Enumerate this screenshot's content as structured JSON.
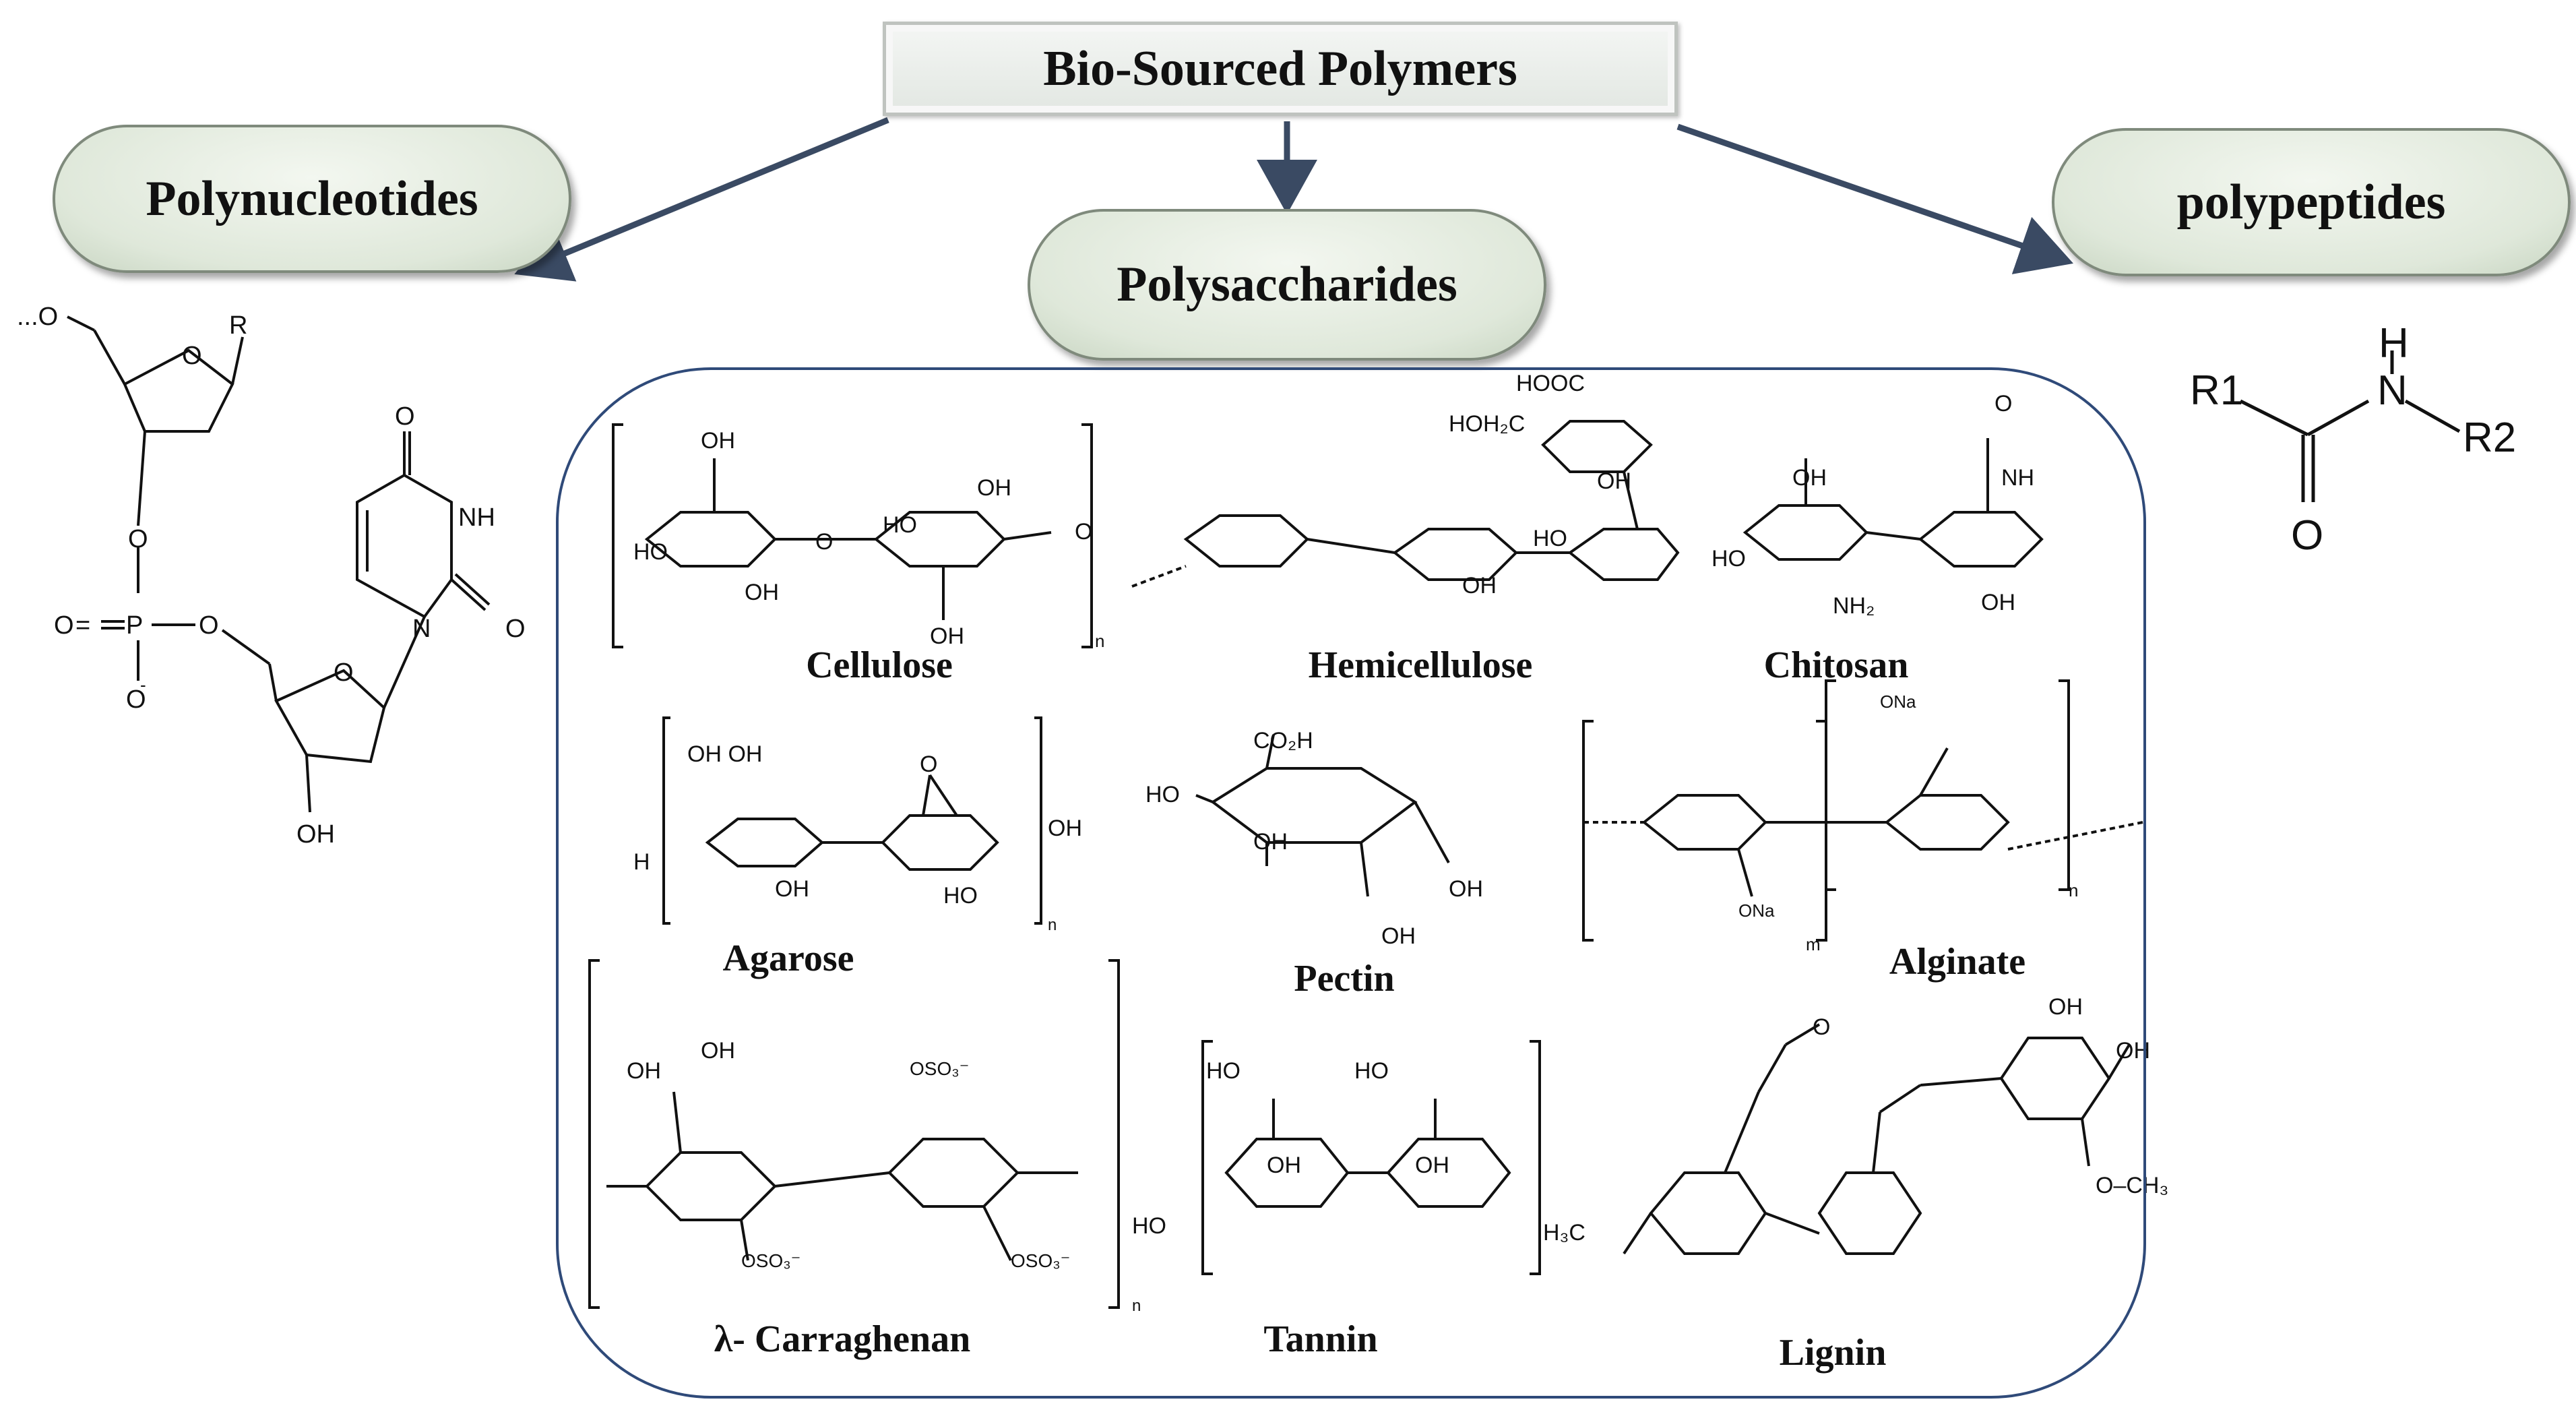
{
  "title": "Bio-Sourced Polymers",
  "categories": {
    "polynucleotides": "Polynucleotides",
    "polysaccharides": "Polysaccharides",
    "polypeptides": "polypeptides"
  },
  "polysaccharide_examples": [
    "Cellulose",
    "Hemicellulose",
    "Chitosan",
    "Agarose",
    "Pectin",
    "Alginate",
    "λ- Carraghenan",
    "Tannin",
    "Lignin"
  ],
  "peptide_structure_labels": {
    "r1": "R1",
    "h": "H",
    "n": "N",
    "r2": "R2",
    "o": "O"
  },
  "colors": {
    "arrow": "#3a4a63",
    "frame": "#2f4a79",
    "pill_fill": "#dfe8da"
  }
}
